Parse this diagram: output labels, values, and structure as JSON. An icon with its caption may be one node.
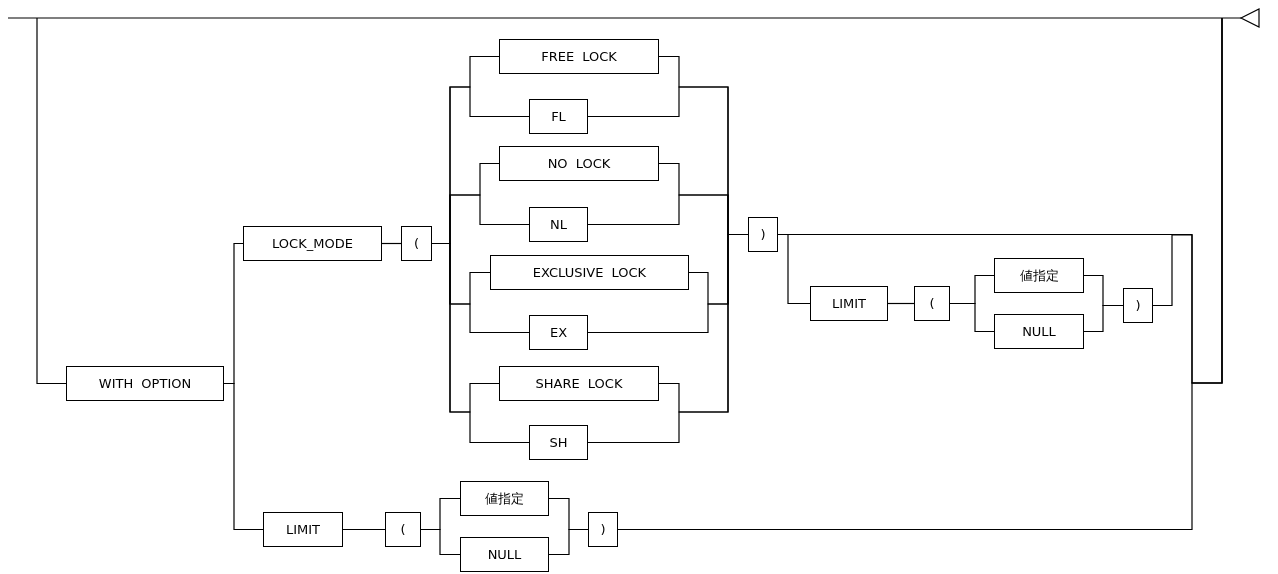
{
  "diagram": {
    "nodes": [
      {
        "text": [
          "WITH OPTION"
        ]
      },
      {
        "text": [
          "LOCK_MODE"
        ]
      },
      {
        "text": [
          "("
        ]
      },
      {
        "text": [
          "FREE LOCK"
        ]
      },
      {
        "text": [
          "FL"
        ]
      },
      {
        "text": [
          "NO LOCK"
        ]
      },
      {
        "text": [
          "NL"
        ]
      },
      {
        "text": [
          "EXCLUSIVE LOCK"
        ]
      },
      {
        "text": [
          "EX"
        ]
      },
      {
        "text": [
          "SHARE LOCK"
        ]
      },
      {
        "text": [
          "SH"
        ]
      },
      {
        "text": [
          ")"
        ]
      },
      {
        "text": [
          "LIMIT"
        ]
      },
      {
        "text": [
          "("
        ]
      },
      {
        "text": [
          "値指定"
        ]
      },
      {
        "text": [
          "NULL"
        ]
      },
      {
        "text": [
          ")"
        ]
      },
      {
        "text": [
          "LIMIT"
        ]
      },
      {
        "text": [
          "("
        ]
      },
      {
        "text": [
          "値指定"
        ]
      },
      {
        "text": [
          "NULL"
        ]
      },
      {
        "text": [
          ")"
        ]
      }
    ],
    "edges": [
      {
        "from": null,
        "to": 0,
        "arrow": "none"
      },
      {
        "from": 0,
        "to": 1,
        "arrow": "none"
      },
      {
        "from": 0,
        "to": 17,
        "arrow": "none"
      },
      {
        "from": 1,
        "to": 2,
        "arrow": "none"
      },
      {
        "from": 2,
        "to": 3,
        "arrow": "none"
      },
      {
        "from": 2,
        "to": 4,
        "arrow": "none"
      },
      {
        "from": 2,
        "to": 5,
        "arrow": "none"
      },
      {
        "from": 2,
        "to": 6,
        "arrow": "none"
      },
      {
        "from": 2,
        "to": 7,
        "arrow": "none"
      },
      {
        "from": 2,
        "to": 8,
        "arrow": "none"
      },
      {
        "from": 2,
        "to": 9,
        "arrow": "none"
      },
      {
        "from": 2,
        "to": 10,
        "arrow": "none"
      },
      {
        "from": 3,
        "to": 11,
        "arrow": "none"
      },
      {
        "from": 4,
        "to": 11,
        "arrow": "none"
      },
      {
        "from": 5,
        "to": 11,
        "arrow": "none"
      },
      {
        "from": 6,
        "to": 11,
        "arrow": "none"
      },
      {
        "from": 7,
        "to": 11,
        "arrow": "none"
      },
      {
        "from": 8,
        "to": 11,
        "arrow": "none"
      },
      {
        "from": 9,
        "to": 11,
        "arrow": "none"
      },
      {
        "from": 10,
        "to": 11,
        "arrow": "none"
      },
      {
        "from": 11,
        "to": 12,
        "arrow": "none"
      },
      {
        "from": 11,
        "to": null,
        "arrow": "none"
      },
      {
        "from": 12,
        "to": 13,
        "arrow": "none"
      },
      {
        "from": 13,
        "to": 14,
        "arrow": "none"
      },
      {
        "from": 13,
        "to": 15,
        "arrow": "none"
      },
      {
        "from": 14,
        "to": 16,
        "arrow": "none"
      },
      {
        "from": 15,
        "to": 16,
        "arrow": "none"
      },
      {
        "from": 16,
        "to": null,
        "arrow": "none"
      },
      {
        "from": 17,
        "to": 18,
        "arrow": "none"
      },
      {
        "from": 18,
        "to": 19,
        "arrow": "none"
      },
      {
        "from": 18,
        "to": 20,
        "arrow": "none"
      },
      {
        "from": 19,
        "to": 21,
        "arrow": "none"
      },
      {
        "from": 20,
        "to": 21,
        "arrow": "none"
      },
      {
        "from": 21,
        "to": null,
        "arrow": "none"
      }
    ]
  }
}
